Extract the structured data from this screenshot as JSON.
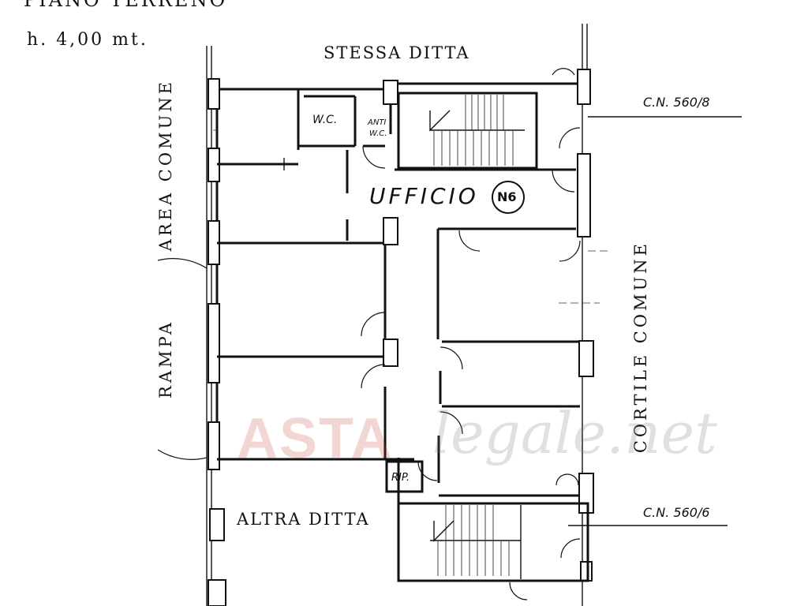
{
  "header": {
    "floor_title": "PIANO  TERRENO",
    "height_note": "h. 4,00 mt."
  },
  "labels": {
    "north_neighbor": "STESSA DITTA",
    "south_neighbor": "ALTRA DITTA",
    "west_area_top": "AREA COMUNE",
    "west_area_bottom": "RAMPA",
    "east_area": "CORTILE COMUNE",
    "office": "UFFICIO",
    "unit_badge": "N6",
    "wc": "W.C.",
    "anti_wc_line1": "ANTI",
    "anti_wc_line2": "W.C.",
    "storage": "RIP.",
    "cn_top": "C.N. 560/8",
    "cn_bottom": "C.N. 560/6"
  },
  "watermark": {
    "logo": "ASTA",
    "text": "legale.net",
    "logo_color": "#c84a3a"
  }
}
